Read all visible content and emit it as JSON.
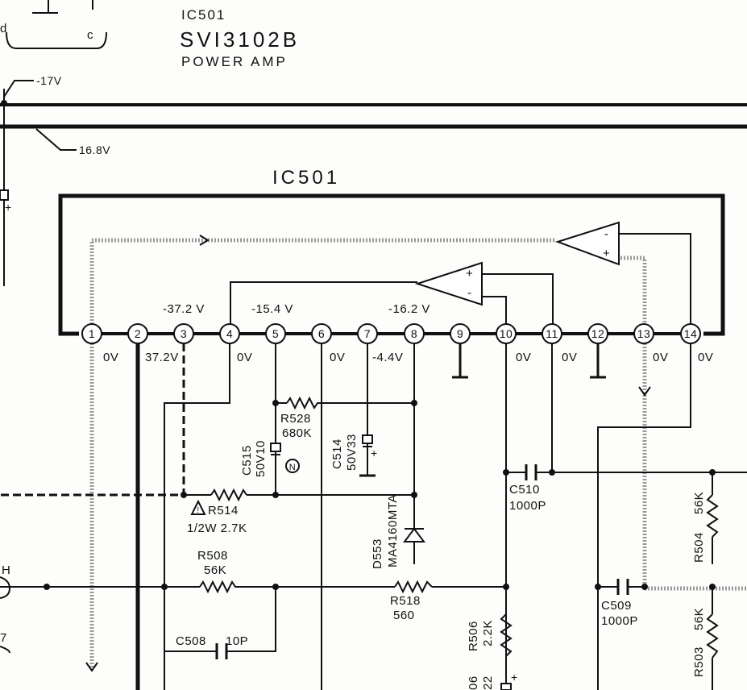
{
  "header": {
    "ic_ref": "IC501",
    "part_number": "SVI3102B",
    "function": "POWER AMP"
  },
  "ic_body_label": "IC501",
  "top_corner": {
    "left": "d",
    "right": "c"
  },
  "rails": {
    "upper": "-17V",
    "lower": "16.8V"
  },
  "pins": [
    {
      "num": "1",
      "v": "0V"
    },
    {
      "num": "2",
      "v": "37.2V"
    },
    {
      "num": "3",
      "v": "-37.2 V"
    },
    {
      "num": "4",
      "v": "0V"
    },
    {
      "num": "5",
      "v": "-15.4 V"
    },
    {
      "num": "6",
      "v": "0V"
    },
    {
      "num": "7",
      "v": "-4.4V"
    },
    {
      "num": "8",
      "v": "-16.2 V"
    },
    {
      "num": "9",
      "v": ""
    },
    {
      "num": "10",
      "v": "0V"
    },
    {
      "num": "11",
      "v": "0V"
    },
    {
      "num": "12",
      "v": ""
    },
    {
      "num": "13",
      "v": "0V"
    },
    {
      "num": "14",
      "v": "0V"
    }
  ],
  "opamps": [
    {
      "plus": "+",
      "minus": "-"
    },
    {
      "plus": "+",
      "minus": "-"
    }
  ],
  "components": {
    "r528": {
      "ref": "R528",
      "value": "680K"
    },
    "c515": {
      "ref": "C515",
      "value": "50V10"
    },
    "c514": {
      "ref": "C514",
      "value": "50V33"
    },
    "r514": {
      "ref": "R514",
      "value": "1/2W  2.7K"
    },
    "r508": {
      "ref": "R508",
      "value": "56K"
    },
    "c508": {
      "ref": "C508",
      "value": "10P"
    },
    "d553": {
      "ref": "D553",
      "value": "MA4160MTA"
    },
    "r518": {
      "ref": "R518",
      "value": "560"
    },
    "c510": {
      "ref": "C510",
      "value": "1000P"
    },
    "c509": {
      "ref": "C509",
      "value": "1000P"
    },
    "r504": {
      "ref": "R504",
      "value": "56K"
    },
    "r503": {
      "ref": "R503",
      "value": "56K"
    },
    "r506": {
      "ref": "R506",
      "value": "2.2K"
    },
    "partial": {
      "ref": "06",
      "value": "22"
    }
  },
  "marks": {
    "safety": "!",
    "n_mark": "N",
    "plus": "+",
    "left_h": "H",
    "left_7": "7"
  }
}
